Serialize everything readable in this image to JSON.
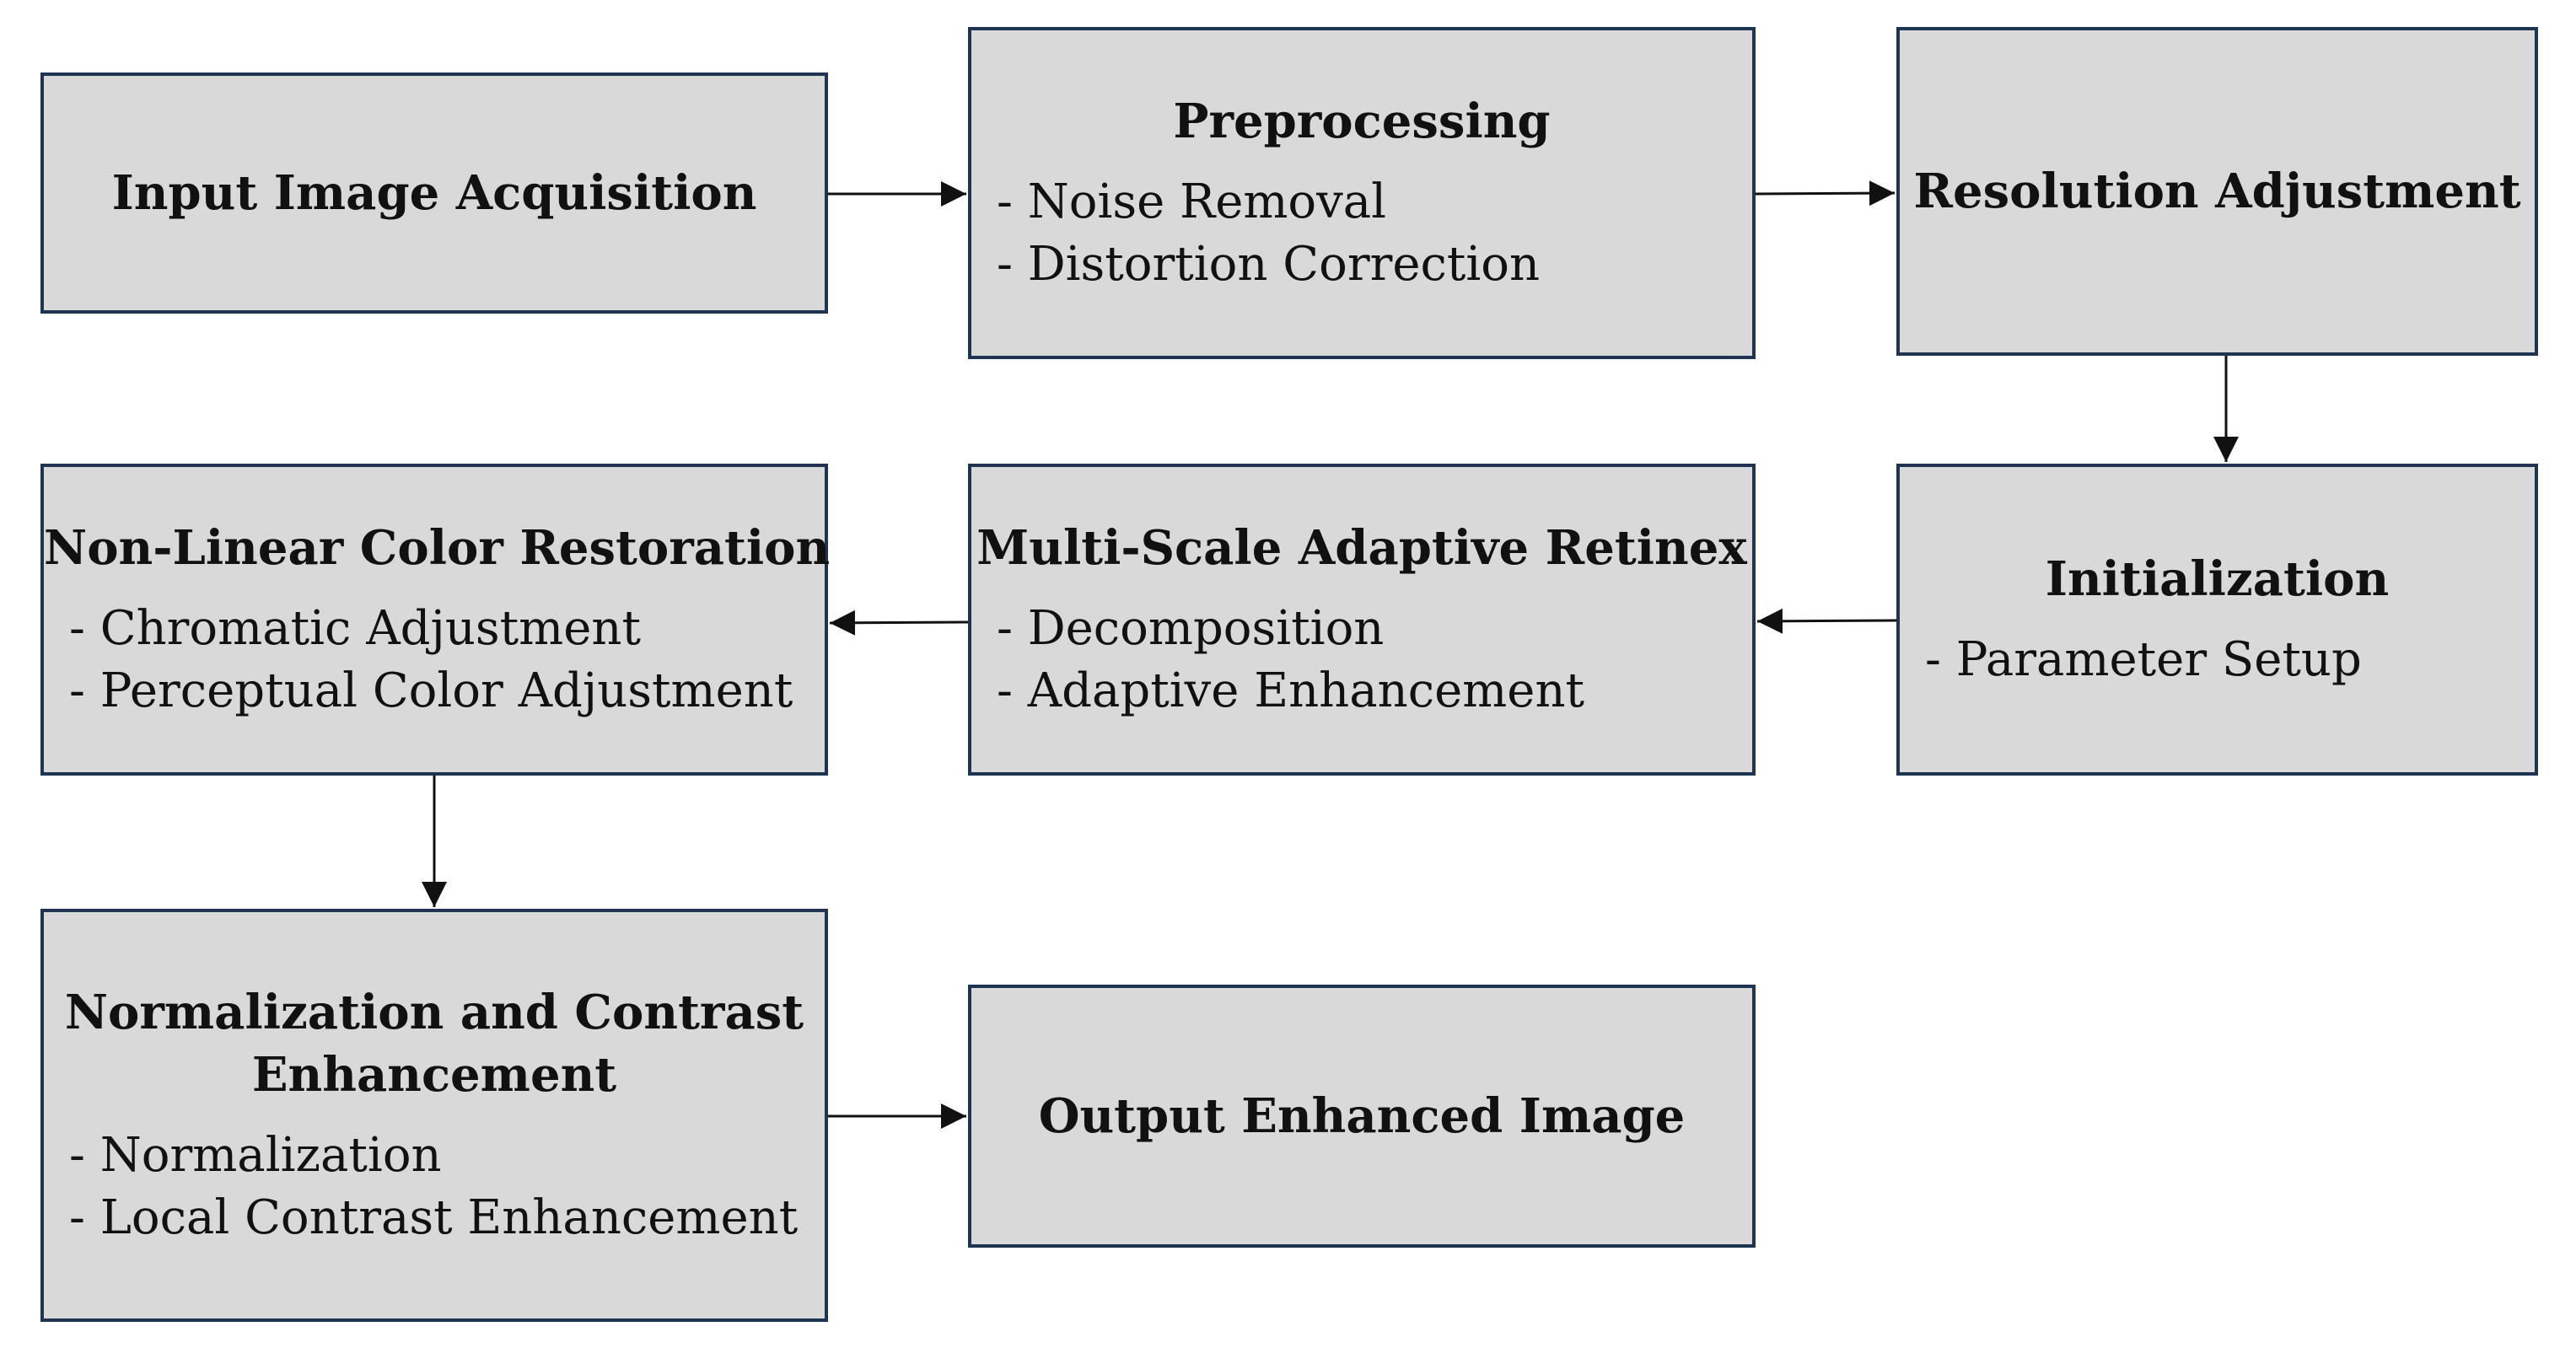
{
  "nodes": {
    "input": {
      "title": "Input Image Acquisition"
    },
    "pre": {
      "title": "Preprocessing",
      "items": [
        "- Noise Removal",
        "- Distortion Correction"
      ]
    },
    "res": {
      "title": "Resolution Adjustment"
    },
    "init": {
      "title": "Initialization",
      "items": [
        "- Parameter Setup"
      ]
    },
    "msar": {
      "title": "Multi-Scale Adaptive Retinex",
      "items": [
        "- Decomposition",
        "- Adaptive Enhancement"
      ]
    },
    "nlcr": {
      "title": "Non-Linear Color Restoration",
      "items": [
        "- Chromatic Adjustment",
        "- Perceptual Color Adjustment"
      ]
    },
    "norm": {
      "title_lines": [
        "Normalization and Contrast",
        "Enhancement"
      ],
      "items": [
        "- Normalization",
        "- Local Contrast Enhancement"
      ]
    },
    "out": {
      "title": "Output Enhanced Image"
    }
  },
  "edges": [
    [
      "input",
      "pre"
    ],
    [
      "pre",
      "res"
    ],
    [
      "res",
      "init"
    ],
    [
      "init",
      "msar"
    ],
    [
      "msar",
      "nlcr"
    ],
    [
      "nlcr",
      "norm"
    ],
    [
      "norm",
      "out"
    ]
  ],
  "colors": {
    "box_fill": "#d9d9d9",
    "box_border": "#1f3450",
    "arrow": "#111111"
  }
}
